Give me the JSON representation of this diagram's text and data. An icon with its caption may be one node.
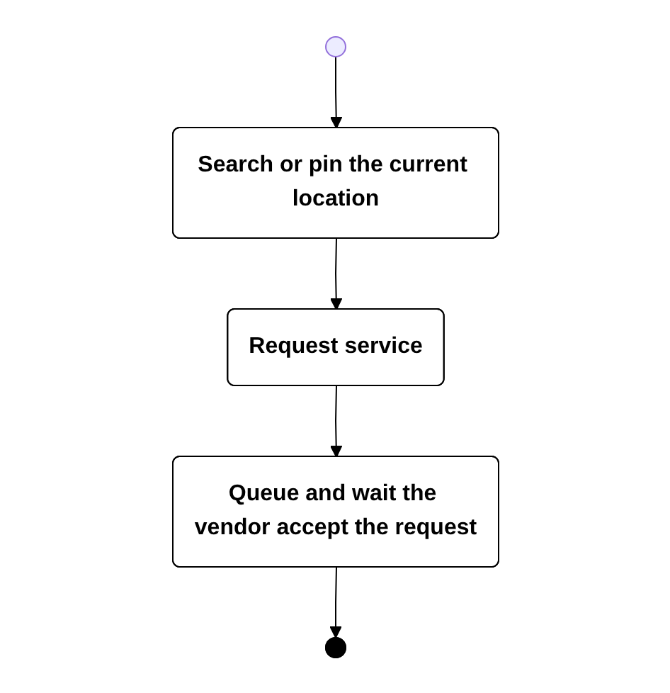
{
  "diagram": {
    "nodes": [
      {
        "text": [],
        "shape": "circle"
      },
      {
        "text": [
          "Search or pin the current location"
        ]
      },
      {
        "text": [
          "Request service"
        ]
      },
      {
        "text": [
          "Queue and wait the vendor accept the request"
        ]
      },
      {
        "text": [],
        "shape": "bullseye"
      }
    ],
    "edges": [
      {
        "from": 0,
        "to": 1,
        "arrow": "to"
      },
      {
        "from": 1,
        "to": 2,
        "arrow": "to"
      },
      {
        "from": 2,
        "to": 3,
        "arrow": "to"
      },
      {
        "from": 3,
        "to": 4,
        "arrow": "to"
      }
    ]
  }
}
